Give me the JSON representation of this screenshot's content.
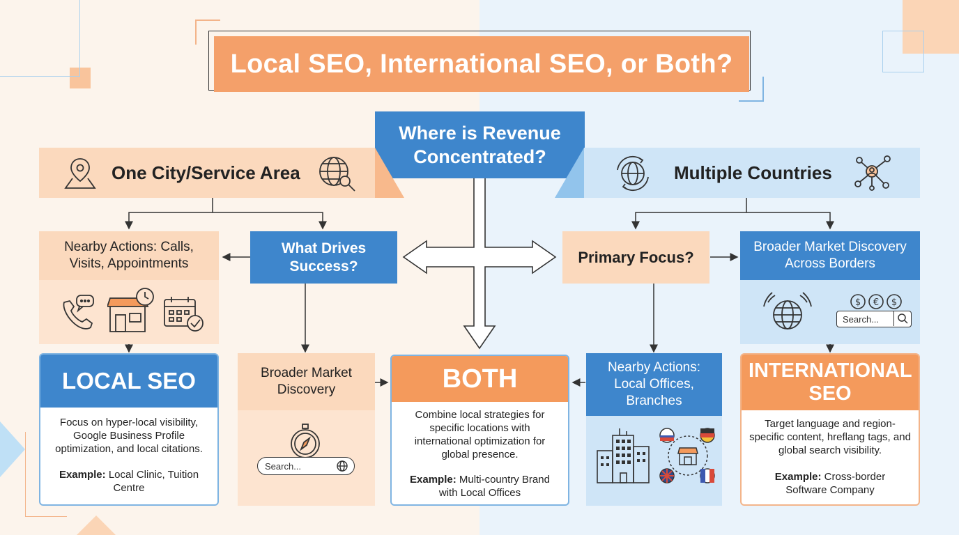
{
  "title": "Local SEO, International SEO, or Both?",
  "root_question": "Where is Revenue Concentrated?",
  "left": {
    "band_title": "One City/Service Area",
    "nearby_actions": "Nearby Actions: Calls, Visits, Appointments",
    "what_drives": "What Drives Success?",
    "broader_discovery": "Broader Market Discovery",
    "search_placeholder": "Search...",
    "local_seo": {
      "title": "LOCAL SEO",
      "description": "Focus on hyper-local visibility, Google Business Profile optimization, and local citations.",
      "example_label": "Example:",
      "example_text": "Local Clinic, Tuition Centre"
    }
  },
  "both": {
    "title": "BOTH",
    "description": "Combine local strategies for specific locations with international optimization for global presence.",
    "example_label": "Example:",
    "example_text": "Multi-country Brand with Local Offices"
  },
  "right": {
    "band_title": "Multiple Countries",
    "primary_focus": "Primary Focus?",
    "broader_borders": "Broader Market Discovery Across Borders",
    "search_placeholder": "Search...",
    "nearby_offices": "Nearby Actions: Local Offices, Branches",
    "international_seo": {
      "title": "INTERNATIONAL SEO",
      "description": "Target language and region-specific content, hreflang tags, and global search visibility.",
      "example_label": "Example:",
      "example_text": "Cross-border Software Company"
    }
  },
  "colors": {
    "orange": "#f49a5c",
    "blue": "#3e86cc",
    "peach": "#fbd9bd",
    "light_blue": "#cfe5f7"
  },
  "icons": [
    "map-pin-icon",
    "globe-search-icon",
    "globe-rotate-icon",
    "network-user-icon",
    "phone-chat-icon",
    "storefront-clock-icon",
    "calendar-check-icon",
    "compass-icon",
    "wifi-globe-icon",
    "currency-icon",
    "office-building-icon",
    "flags-store-icon"
  ]
}
